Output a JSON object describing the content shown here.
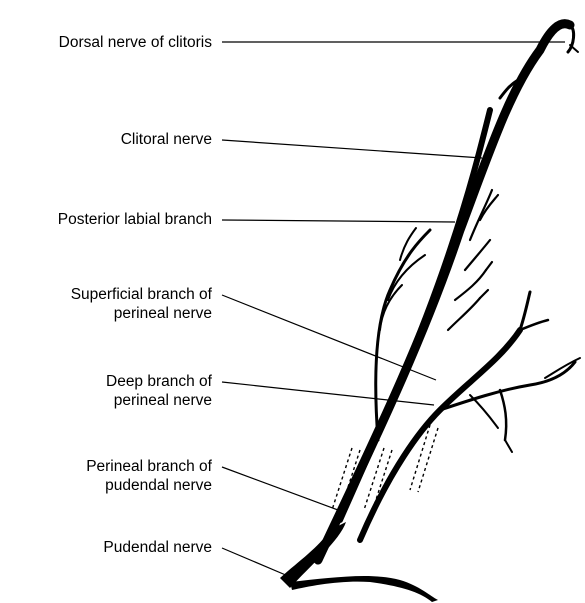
{
  "labels": {
    "dorsal_nerve": [
      "Dorsal nerve of clitoris"
    ],
    "clitoral_nerve": [
      "Clitoral nerve"
    ],
    "posterior_labial": [
      "Posterior labial branch"
    ],
    "superficial_branch": [
      "Superficial branch of",
      "perineal nerve"
    ],
    "deep_branch": [
      "Deep branch of",
      "perineal nerve"
    ],
    "perineal_branch": [
      "Perineal branch of",
      "pudendal nerve"
    ],
    "pudendal_nerve": [
      "Pudendal nerve"
    ]
  },
  "colors": {
    "ink": "#000000",
    "background": "#ffffff"
  }
}
